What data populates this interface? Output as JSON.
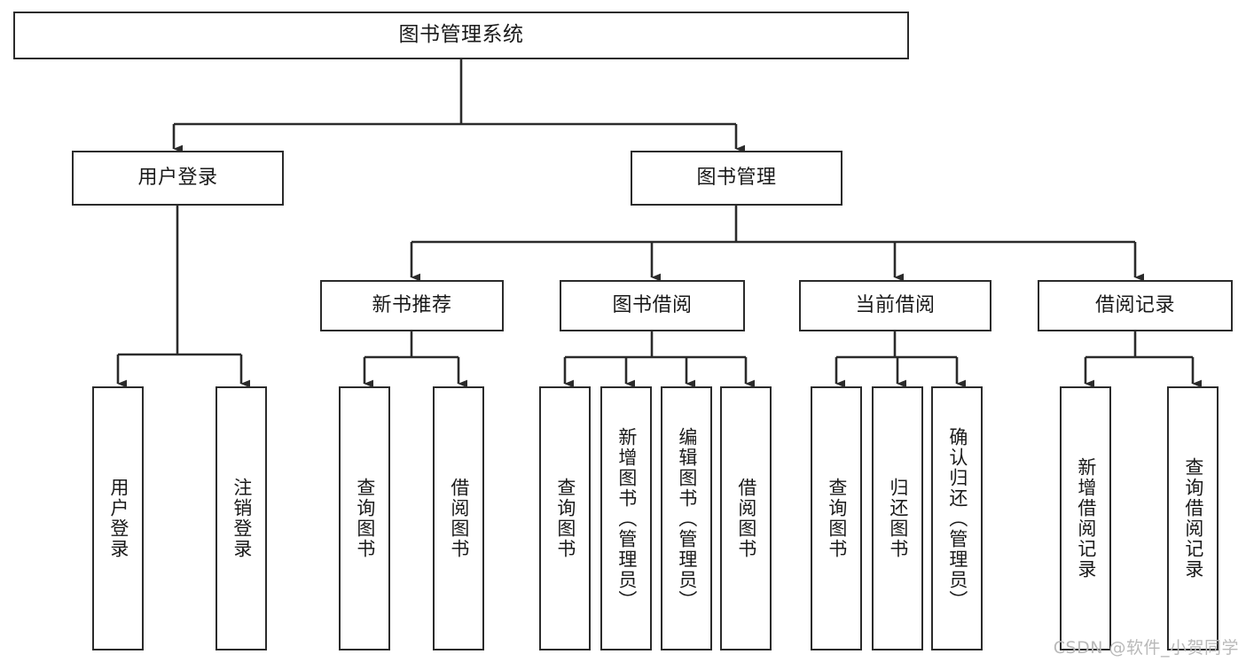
{
  "diagram": {
    "type": "tree-hierarchy",
    "title": "图书管理系统",
    "orientation": "top-down",
    "watermark": "CSDN @软件_小贺同学",
    "colors": {
      "box_border": "#2b2b2b",
      "box_fill": "#ffffff",
      "connector": "#2b2b2b",
      "text": "#1a1a1a",
      "watermark": "#b9b9b9"
    },
    "nodes": {
      "root": {
        "label": "图书管理系统",
        "level": 1
      },
      "level2": [
        {
          "id": "user-login",
          "label": "用户登录"
        },
        {
          "id": "book-manage",
          "label": "图书管理"
        }
      ],
      "level3": [
        {
          "id": "new-book-recommend",
          "label": "新书推荐",
          "parent": "book-manage"
        },
        {
          "id": "book-borrow",
          "label": "图书借阅",
          "parent": "book-manage"
        },
        {
          "id": "current-borrow",
          "label": "当前借阅",
          "parent": "book-manage"
        },
        {
          "id": "borrow-record",
          "label": "借阅记录",
          "parent": "book-manage"
        }
      ],
      "leaves": [
        {
          "id": "leaf-user-login",
          "label": "用户登录",
          "parent": "user-login"
        },
        {
          "id": "leaf-logout",
          "label": "注销登录",
          "parent": "user-login"
        },
        {
          "id": "leaf-query-book-1",
          "label": "查询图书",
          "parent": "new-book-recommend"
        },
        {
          "id": "leaf-borrow-book-1",
          "label": "借阅图书",
          "parent": "new-book-recommend"
        },
        {
          "id": "leaf-query-book-2",
          "label": "查询图书",
          "parent": "book-borrow"
        },
        {
          "id": "leaf-add-book",
          "label": "新增图书（管理员）",
          "parent": "book-borrow"
        },
        {
          "id": "leaf-edit-book",
          "label": "编辑图书（管理员）",
          "parent": "book-borrow"
        },
        {
          "id": "leaf-borrow-book-2",
          "label": "借阅图书",
          "parent": "book-borrow"
        },
        {
          "id": "leaf-query-book-3",
          "label": "查询图书",
          "parent": "current-borrow"
        },
        {
          "id": "leaf-return-book",
          "label": "归还图书",
          "parent": "current-borrow"
        },
        {
          "id": "leaf-confirm-return",
          "label": "确认归还（管理员）",
          "parent": "current-borrow"
        },
        {
          "id": "leaf-add-record",
          "label": "新增借阅记录",
          "parent": "borrow-record"
        },
        {
          "id": "leaf-query-record",
          "label": "查询借阅记录",
          "parent": "borrow-record"
        }
      ]
    }
  }
}
